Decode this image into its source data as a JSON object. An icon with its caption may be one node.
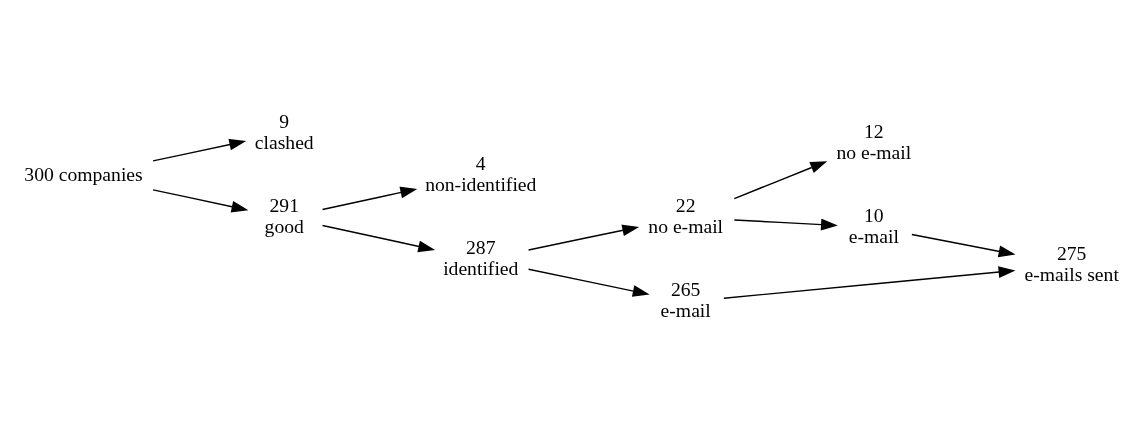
{
  "diagram": {
    "nodes": [
      {
        "text": [
          "300 companies"
        ]
      },
      {
        "text": [
          "9",
          "clashed"
        ]
      },
      {
        "text": [
          "291",
          "good"
        ]
      },
      {
        "text": [
          "4",
          "non-identified"
        ]
      },
      {
        "text": [
          "287",
          "identified"
        ]
      },
      {
        "text": [
          "22",
          "no e-mail"
        ]
      },
      {
        "text": [
          "265",
          "e-mail"
        ]
      },
      {
        "text": [
          "12",
          "no e-mail"
        ]
      },
      {
        "text": [
          "10",
          "e-mail"
        ]
      },
      {
        "text": [
          "275",
          "e-mails sent"
        ]
      }
    ],
    "edges": [
      {
        "from": 0,
        "to": 1,
        "arrow": "to"
      },
      {
        "from": 0,
        "to": 2,
        "arrow": "to"
      },
      {
        "from": 2,
        "to": 3,
        "arrow": "to"
      },
      {
        "from": 2,
        "to": 4,
        "arrow": "to"
      },
      {
        "from": 4,
        "to": 5,
        "arrow": "to"
      },
      {
        "from": 4,
        "to": 6,
        "arrow": "to"
      },
      {
        "from": 5,
        "to": 7,
        "arrow": "to"
      },
      {
        "from": 5,
        "to": 8,
        "arrow": "to"
      },
      {
        "from": 8,
        "to": 9,
        "arrow": "to"
      },
      {
        "from": 6,
        "to": 9,
        "arrow": "to"
      }
    ]
  }
}
